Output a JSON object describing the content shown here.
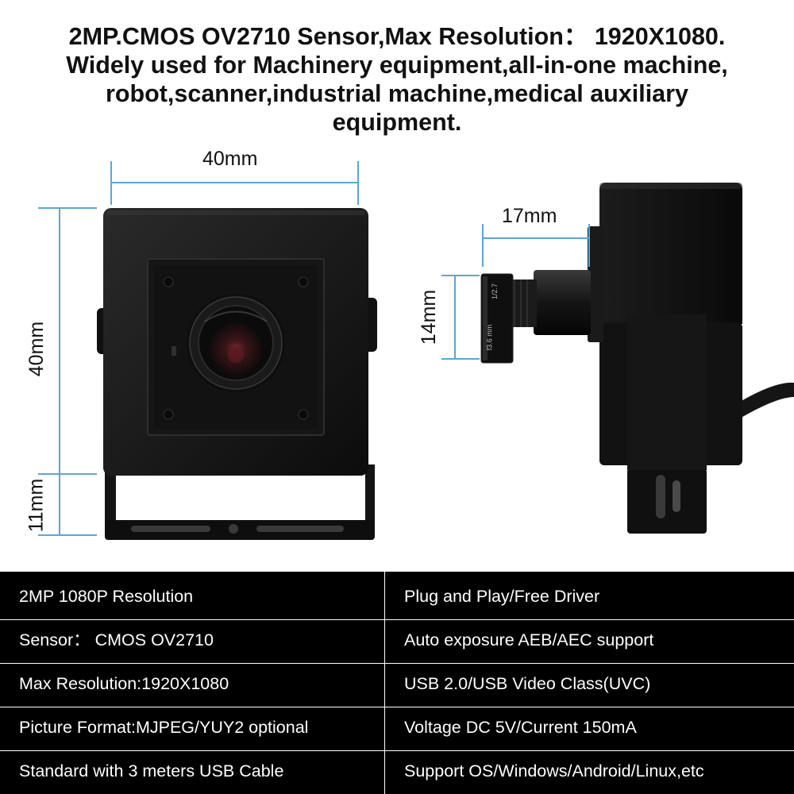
{
  "headline": {
    "line1": "2MP.CMOS OV2710 Sensor,Max Resolution： 1920X1080.",
    "line2": "Widely used for Machinery equipment,all-in-one machine,",
    "line3": "robot,scanner,industrial machine,medical auxiliary",
    "line4": "equipment."
  },
  "dimensions": {
    "width": "40mm",
    "height": "40mm",
    "bracket": "11mm",
    "lens_length": "17mm",
    "lens_diameter": "14mm"
  },
  "lens_markings": {
    "focal": "f3.6 mm",
    "format": "1/2.7"
  },
  "colors": {
    "dimension_line": "#5aa7d6",
    "table_background": "#000000",
    "table_text": "#ffffff"
  },
  "specs": [
    {
      "left": "2MP 1080P Resolution",
      "right": "Plug and Play/Free Driver"
    },
    {
      "left": "Sensor： CMOS OV2710",
      "right": "Auto exposure AEB/AEC support"
    },
    {
      "left": "Max Resolution:1920X1080",
      "right": "USB 2.0/USB Video Class(UVC)"
    },
    {
      "left": "Picture Format:MJPEG/YUY2 optional",
      "right": "Voltage DC 5V/Current 150mA"
    },
    {
      "left": "Standard with 3 meters USB Cable",
      "right": "Support OS/Windows/Android/Linux,etc"
    }
  ]
}
